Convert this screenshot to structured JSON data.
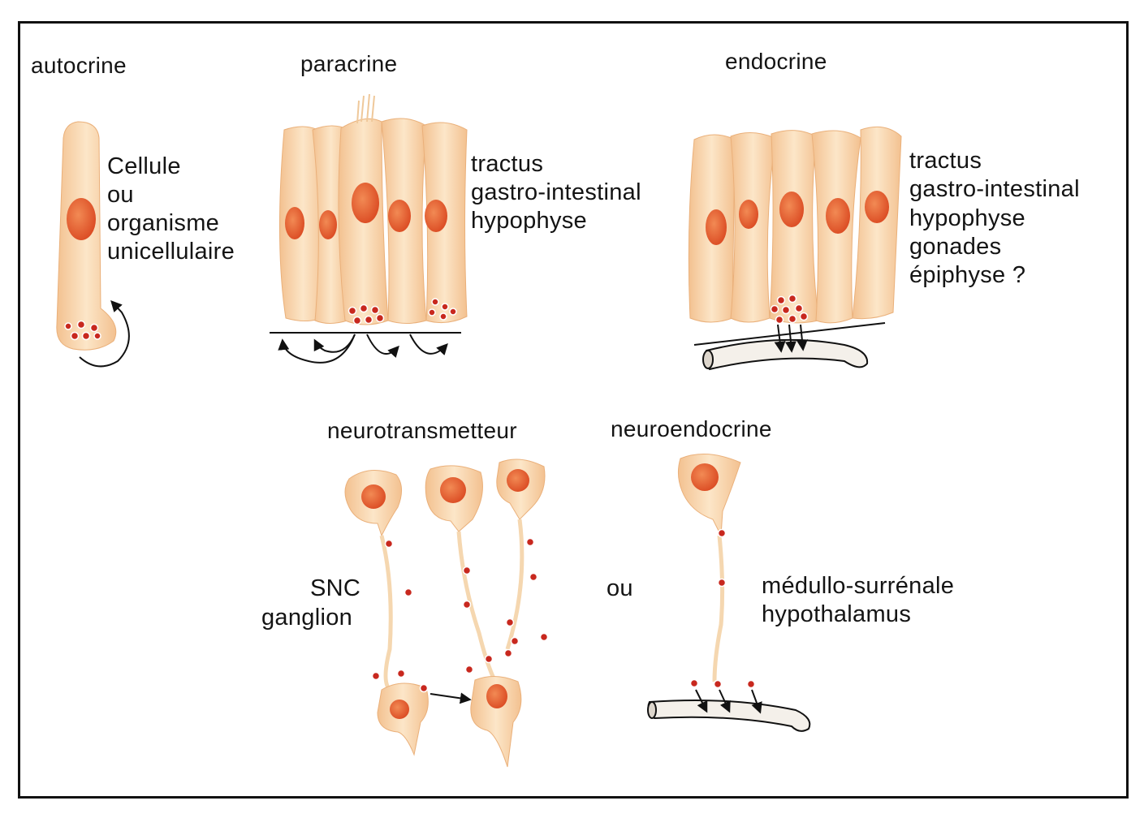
{
  "panels": {
    "autocrine": {
      "title": "autocrine",
      "desc": [
        "Cellule",
        "ou",
        "organisme",
        "unicellulaire"
      ]
    },
    "paracrine": {
      "title": "paracrine",
      "desc": [
        "tractus",
        "gastro-intestinal",
        "hypophyse"
      ]
    },
    "endocrine": {
      "title": "endocrine",
      "desc": [
        "tractus",
        "gastro-intestinal",
        "hypophyse",
        "gonades",
        "épiphyse ?"
      ]
    },
    "neurotransmetteur": {
      "title": "neurotransmetteur",
      "desc": [
        "SNC",
        "ganglion"
      ]
    },
    "connector": "ou",
    "neuroendocrine": {
      "title": "neuroendocrine",
      "desc": [
        "médullo-surrénale",
        "hypothalamus"
      ]
    }
  },
  "colors": {
    "cell_fill": "#f9d5a8",
    "cell_edge": "#eab07a",
    "nucleus": "#e2582e",
    "granule": "#c8281e",
    "line": "#111111",
    "vessel": "#f4f0ea"
  }
}
